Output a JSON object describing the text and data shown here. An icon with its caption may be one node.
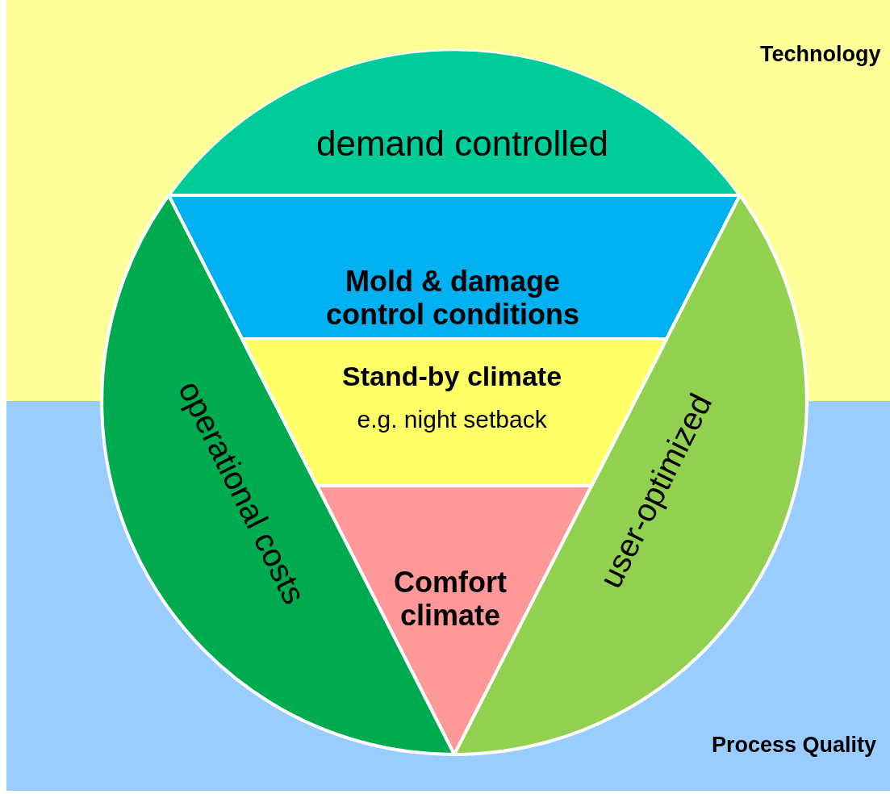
{
  "diagram": {
    "nodes": [
      {
        "text": [
          "Technology"
        ]
      },
      {
        "text": [
          "Process Quality"
        ]
      },
      {
        "text": [
          "demand controlled"
        ],
        "in": 0
      },
      {
        "text": [
          "operational costs"
        ]
      },
      {
        "text": [
          "user-optimized"
        ]
      },
      {
        "text": [
          "Mold & damage control conditions"
        ],
        "in": 0
      },
      {
        "text": [
          "Stand-by climate",
          "e.g. night setback"
        ]
      },
      {
        "text": [
          "Comfort climate"
        ],
        "in": 1
      }
    ]
  }
}
